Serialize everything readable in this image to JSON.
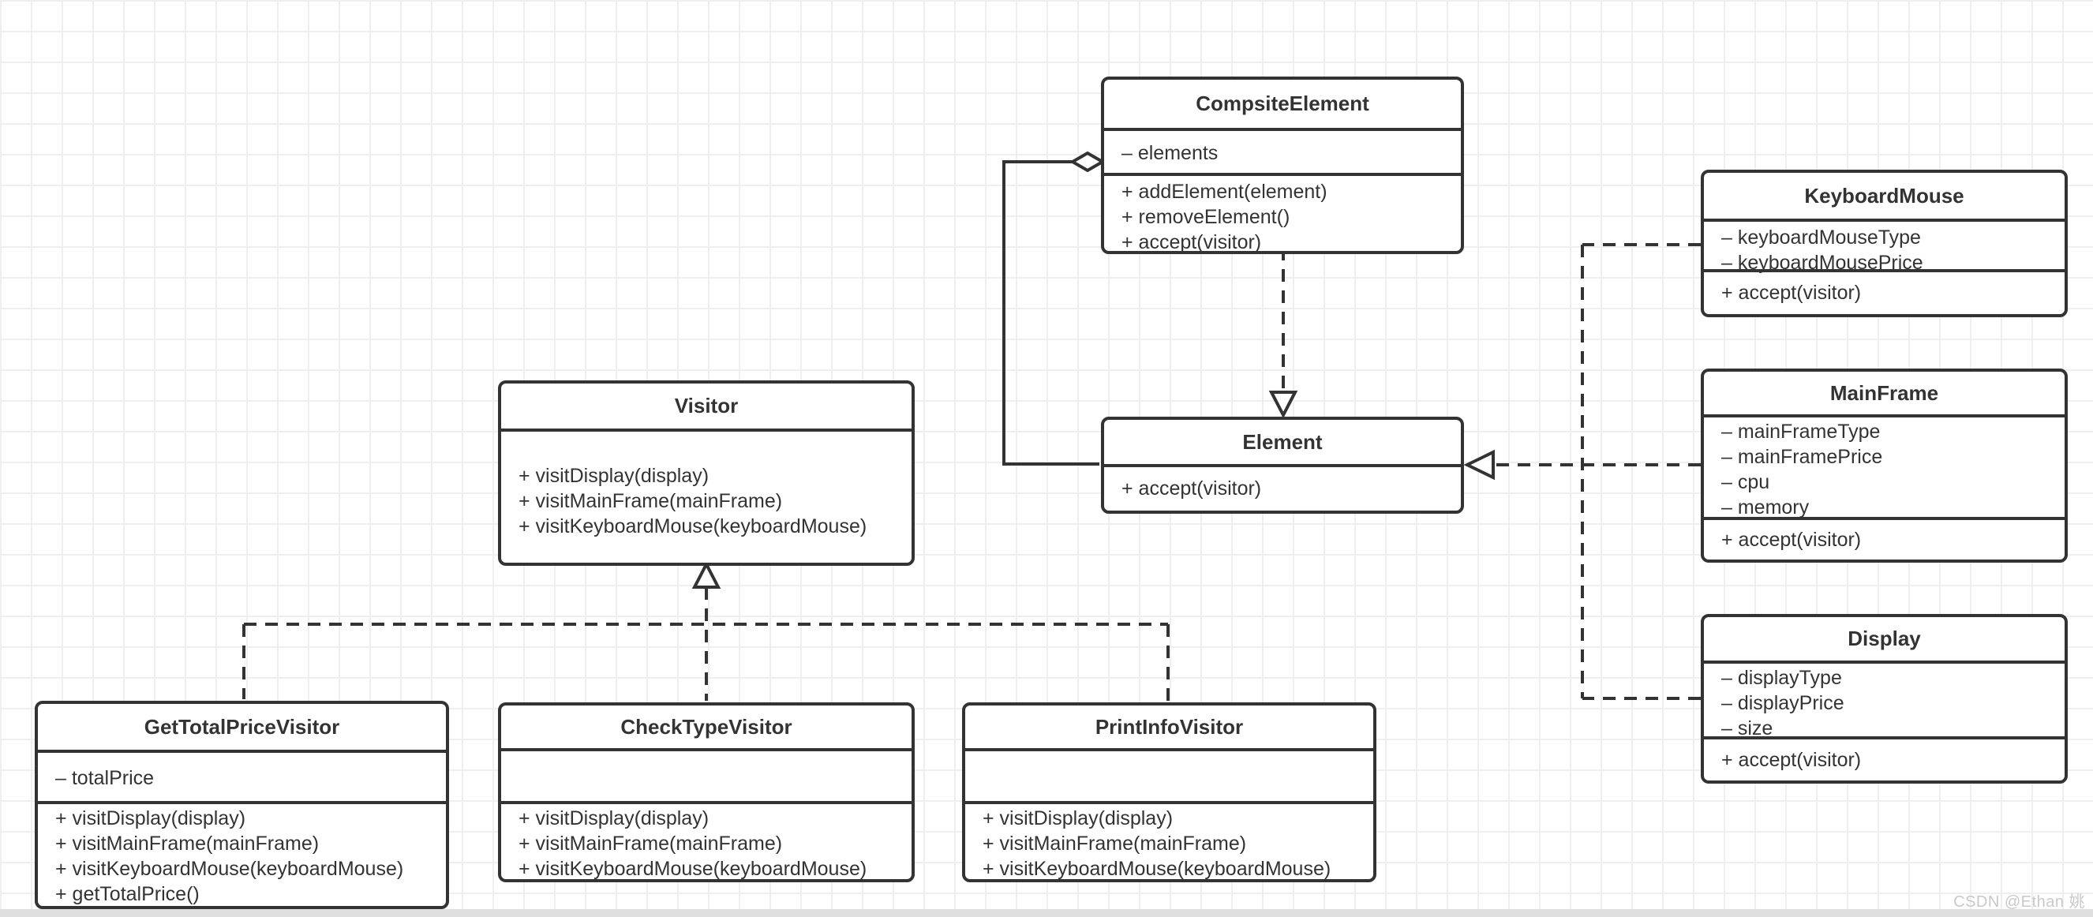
{
  "diagram": {
    "kind": "uml-class-diagram",
    "pattern": "Visitor",
    "classes": [
      {
        "id": "composite_element",
        "name": "CompsiteElement",
        "attributes": [
          "– elements"
        ],
        "methods": [
          "+ addElement(element)",
          "+ removeElement()",
          "+ accept(visitor)"
        ]
      },
      {
        "id": "element",
        "name": "Element",
        "attributes": null,
        "methods": [
          "+ accept(visitor)"
        ]
      },
      {
        "id": "keyboard_mouse",
        "name": "KeyboardMouse",
        "attributes": [
          "– keyboardMouseType",
          "– keyboardMousePrice"
        ],
        "methods": [
          "+ accept(visitor)"
        ]
      },
      {
        "id": "main_frame",
        "name": "MainFrame",
        "attributes": [
          "– mainFrameType",
          "– mainFramePrice",
          "– cpu",
          "– memory"
        ],
        "methods": [
          "+ accept(visitor)"
        ]
      },
      {
        "id": "display",
        "name": "Display",
        "attributes": [
          "– displayType",
          "– displayPrice",
          "– size"
        ],
        "methods": [
          "+ accept(visitor)"
        ]
      },
      {
        "id": "visitor",
        "name": "Visitor",
        "attributes": null,
        "methods": [
          "+ visitDisplay(display)",
          "+ visitMainFrame(mainFrame)",
          "+ visitKeyboardMouse(keyboardMouse)"
        ]
      },
      {
        "id": "get_total_price_visitor",
        "name": "GetTotalPriceVisitor",
        "attributes": [
          "– totalPrice"
        ],
        "methods": [
          "+ visitDisplay(display)",
          "+ visitMainFrame(mainFrame)",
          "+ visitKeyboardMouse(keyboardMouse)",
          "+ getTotalPrice()"
        ]
      },
      {
        "id": "check_type_visitor",
        "name": "CheckTypeVisitor",
        "attributes": [],
        "methods": [
          "+ visitDisplay(display)",
          "+ visitMainFrame(mainFrame)",
          "+ visitKeyboardMouse(keyboardMouse)"
        ]
      },
      {
        "id": "print_info_visitor",
        "name": "PrintInfoVisitor",
        "attributes": [],
        "methods": [
          "+ visitDisplay(display)",
          "+ visitMainFrame(mainFrame)",
          "+ visitKeyboardMouse(keyboardMouse)"
        ]
      }
    ],
    "relationships": [
      {
        "type": "aggregation",
        "from": "CompsiteElement",
        "to": "Element",
        "marker": "hollow-diamond",
        "line": "solid"
      },
      {
        "type": "realization",
        "from": "CompsiteElement",
        "to": "Element",
        "marker": "hollow-triangle",
        "line": "dashed"
      },
      {
        "type": "realization",
        "from": "KeyboardMouse",
        "to": "Element",
        "marker": "hollow-triangle",
        "line": "dashed"
      },
      {
        "type": "realization",
        "from": "MainFrame",
        "to": "Element",
        "marker": "hollow-triangle",
        "line": "dashed"
      },
      {
        "type": "realization",
        "from": "Display",
        "to": "Element",
        "marker": "hollow-triangle",
        "line": "dashed"
      },
      {
        "type": "generalization",
        "from": "GetTotalPriceVisitor",
        "to": "Visitor",
        "marker": "hollow-triangle",
        "line": "dashed"
      },
      {
        "type": "generalization",
        "from": "CheckTypeVisitor",
        "to": "Visitor",
        "marker": "hollow-triangle",
        "line": "dashed"
      },
      {
        "type": "generalization",
        "from": "PrintInfoVisitor",
        "to": "Visitor",
        "marker": "hollow-triangle",
        "line": "dashed"
      }
    ]
  },
  "watermark": {
    "text": "CSDN @Ethan 姚"
  },
  "colors": {
    "stroke": "#333333",
    "text": "#333333",
    "grid": "#efefef",
    "watermark": "#c9c9c9",
    "background": "#ffffff",
    "bottom_strip": "#dedede"
  }
}
